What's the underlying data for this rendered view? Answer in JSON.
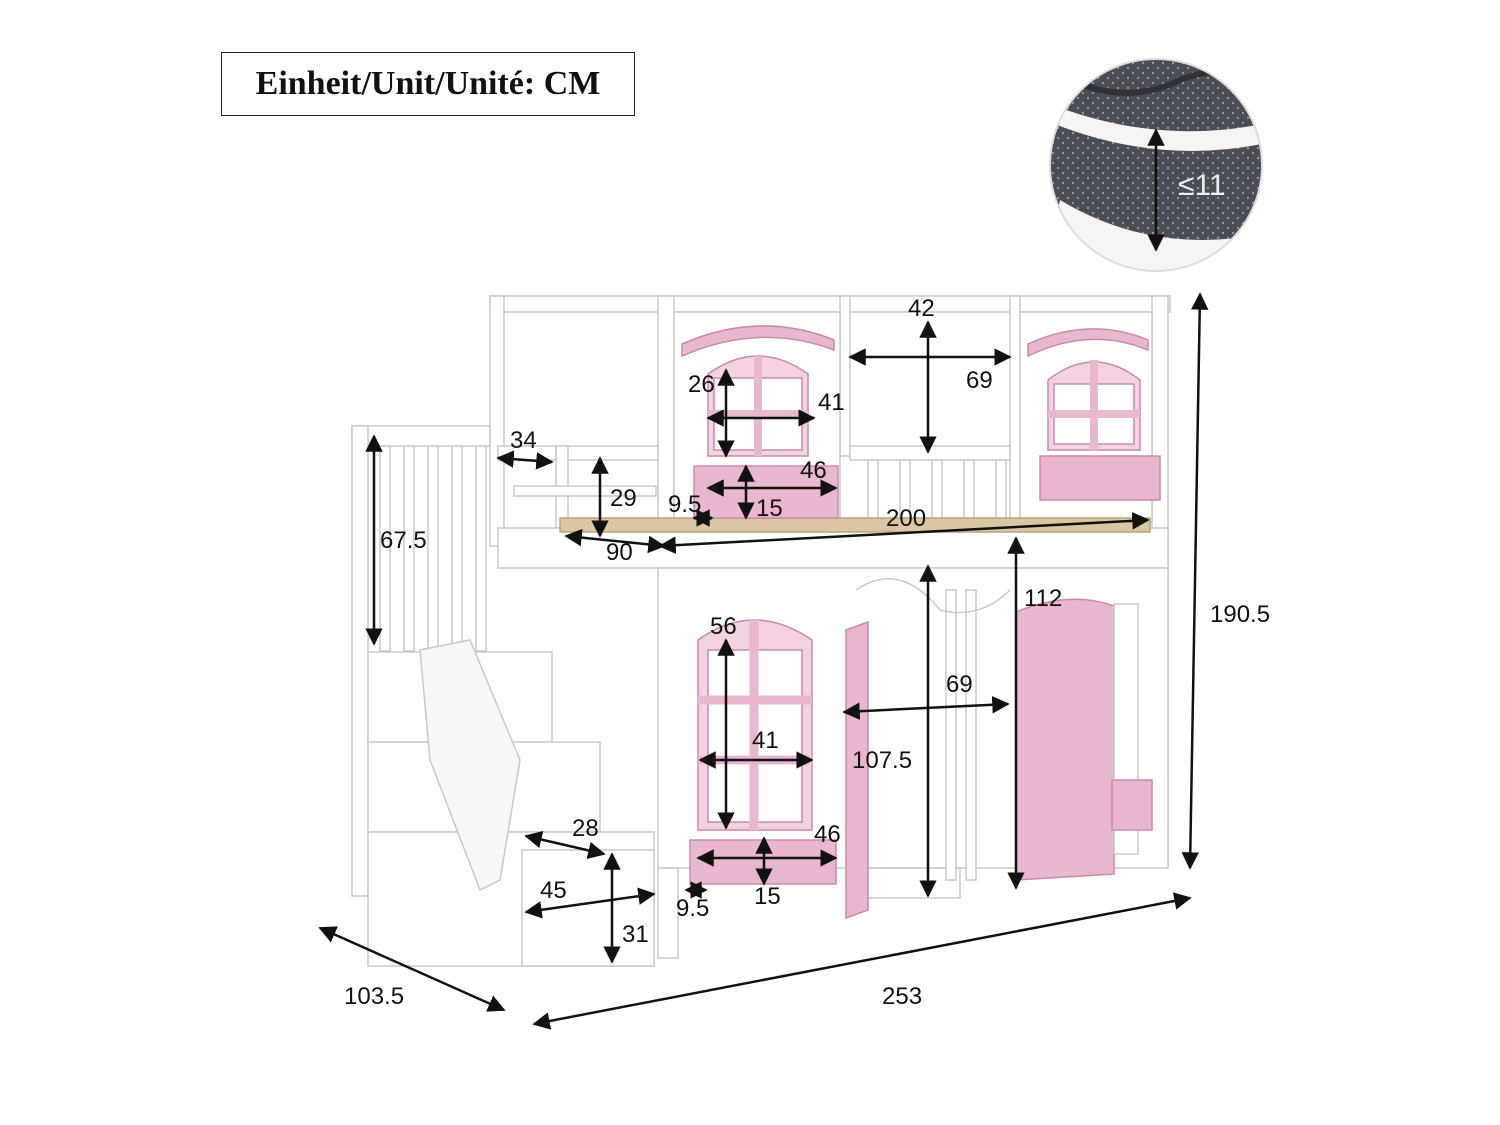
{
  "unit_label": "Einheit/Unit/Unité: CM",
  "mattress": {
    "max_thickness": "≤11"
  },
  "colors": {
    "frame": "#ffffff",
    "outline": "#c8c8c8",
    "pink": "#e9b7cf",
    "pink_dark": "#c98aaa",
    "mattress": "#4a4d55",
    "wood": "#dcc7a3"
  },
  "dimensions": {
    "top_roof_gap": "42",
    "top_opening_width": "69",
    "top_window_height": "26",
    "top_window_width": "41",
    "stair_rail_width": "34",
    "top_rail_height": "29",
    "top_flowerbox_width": "46",
    "top_flowerbox_depth": "9.5",
    "top_flowerbox_height": "15",
    "bed_length": "200",
    "bed_width": "90",
    "stair_rail_height": "67.5",
    "lower_window_height": "56",
    "lower_window_width": "41",
    "door_height": "112",
    "lower_opening_width": "69",
    "lower_opening_height": "107.5",
    "step_depth": "28",
    "lower_flowerbox_width": "46",
    "step_width": "45",
    "lower_flowerbox_depth": "9.5",
    "lower_flowerbox_height": "15",
    "step_height": "31",
    "total_depth": "103.5",
    "total_length": "253",
    "total_height": "190.5"
  }
}
